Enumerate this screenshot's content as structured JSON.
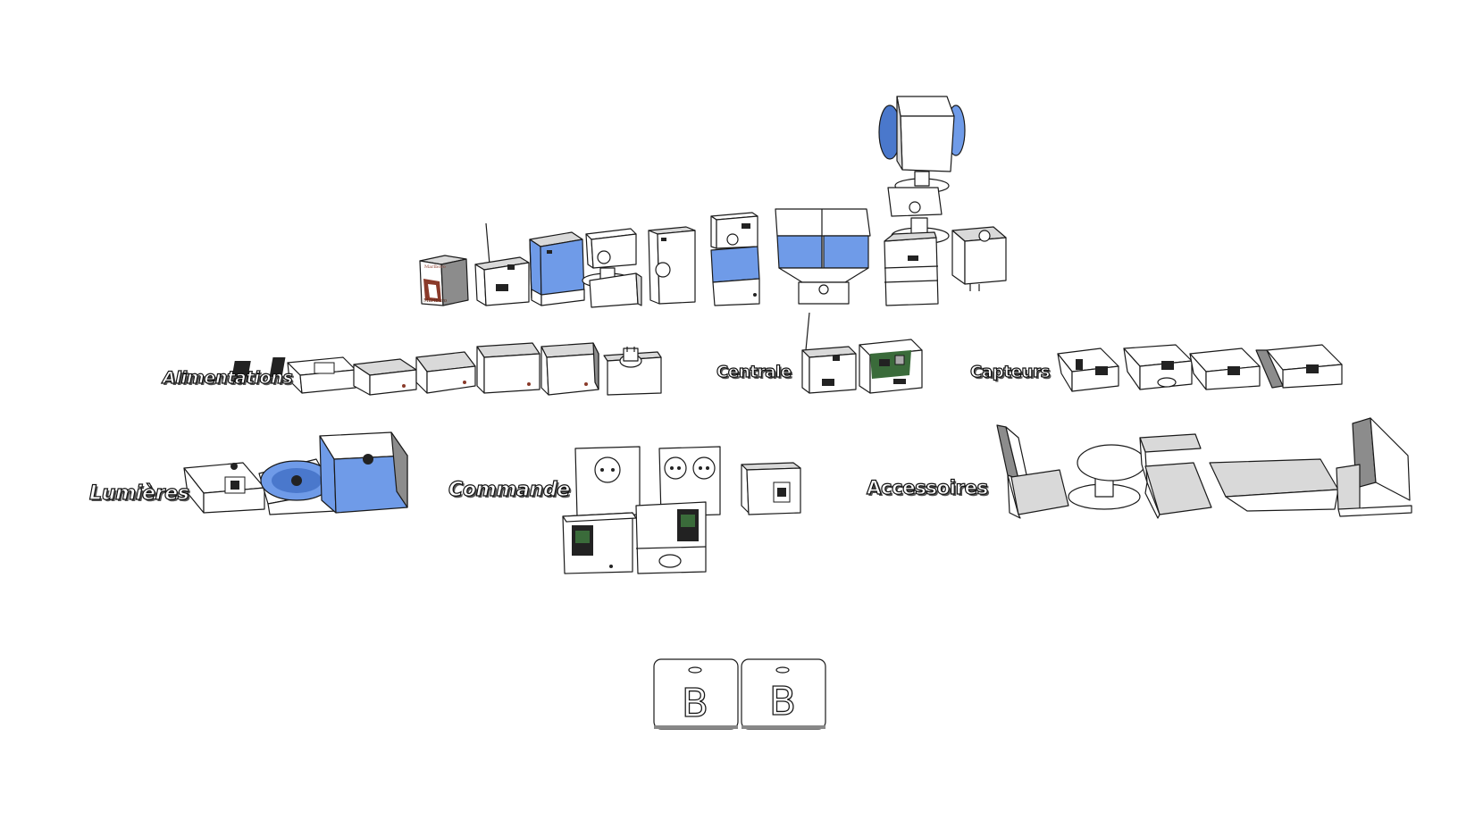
{
  "labels": {
    "alimentations": "Alimentations",
    "centrale": "Centrale",
    "capteurs": "Capteurs",
    "lumieres": "Lumières",
    "commande": "Commande",
    "accessoires": "Accessoires"
  },
  "reference_box": {
    "brand_small": "Marlboro",
    "brand": "Marlboro"
  },
  "badges": [
    "B",
    "B"
  ],
  "colors": {
    "outline": "#1a1a1a",
    "box_face": "#ffffff",
    "box_side": "#d9d9d9",
    "box_dark_side": "#8c8c8c",
    "tinted_face": "#6f9be8",
    "tinted_dark": "#4a78cc",
    "pack_red": "#8a3a2a",
    "pcb_green": "#3a6b3a",
    "pcb_dark": "#222222"
  },
  "icons": [
    "antenna-icon",
    "socket-icon",
    "pcb-icon",
    "led-icon"
  ]
}
